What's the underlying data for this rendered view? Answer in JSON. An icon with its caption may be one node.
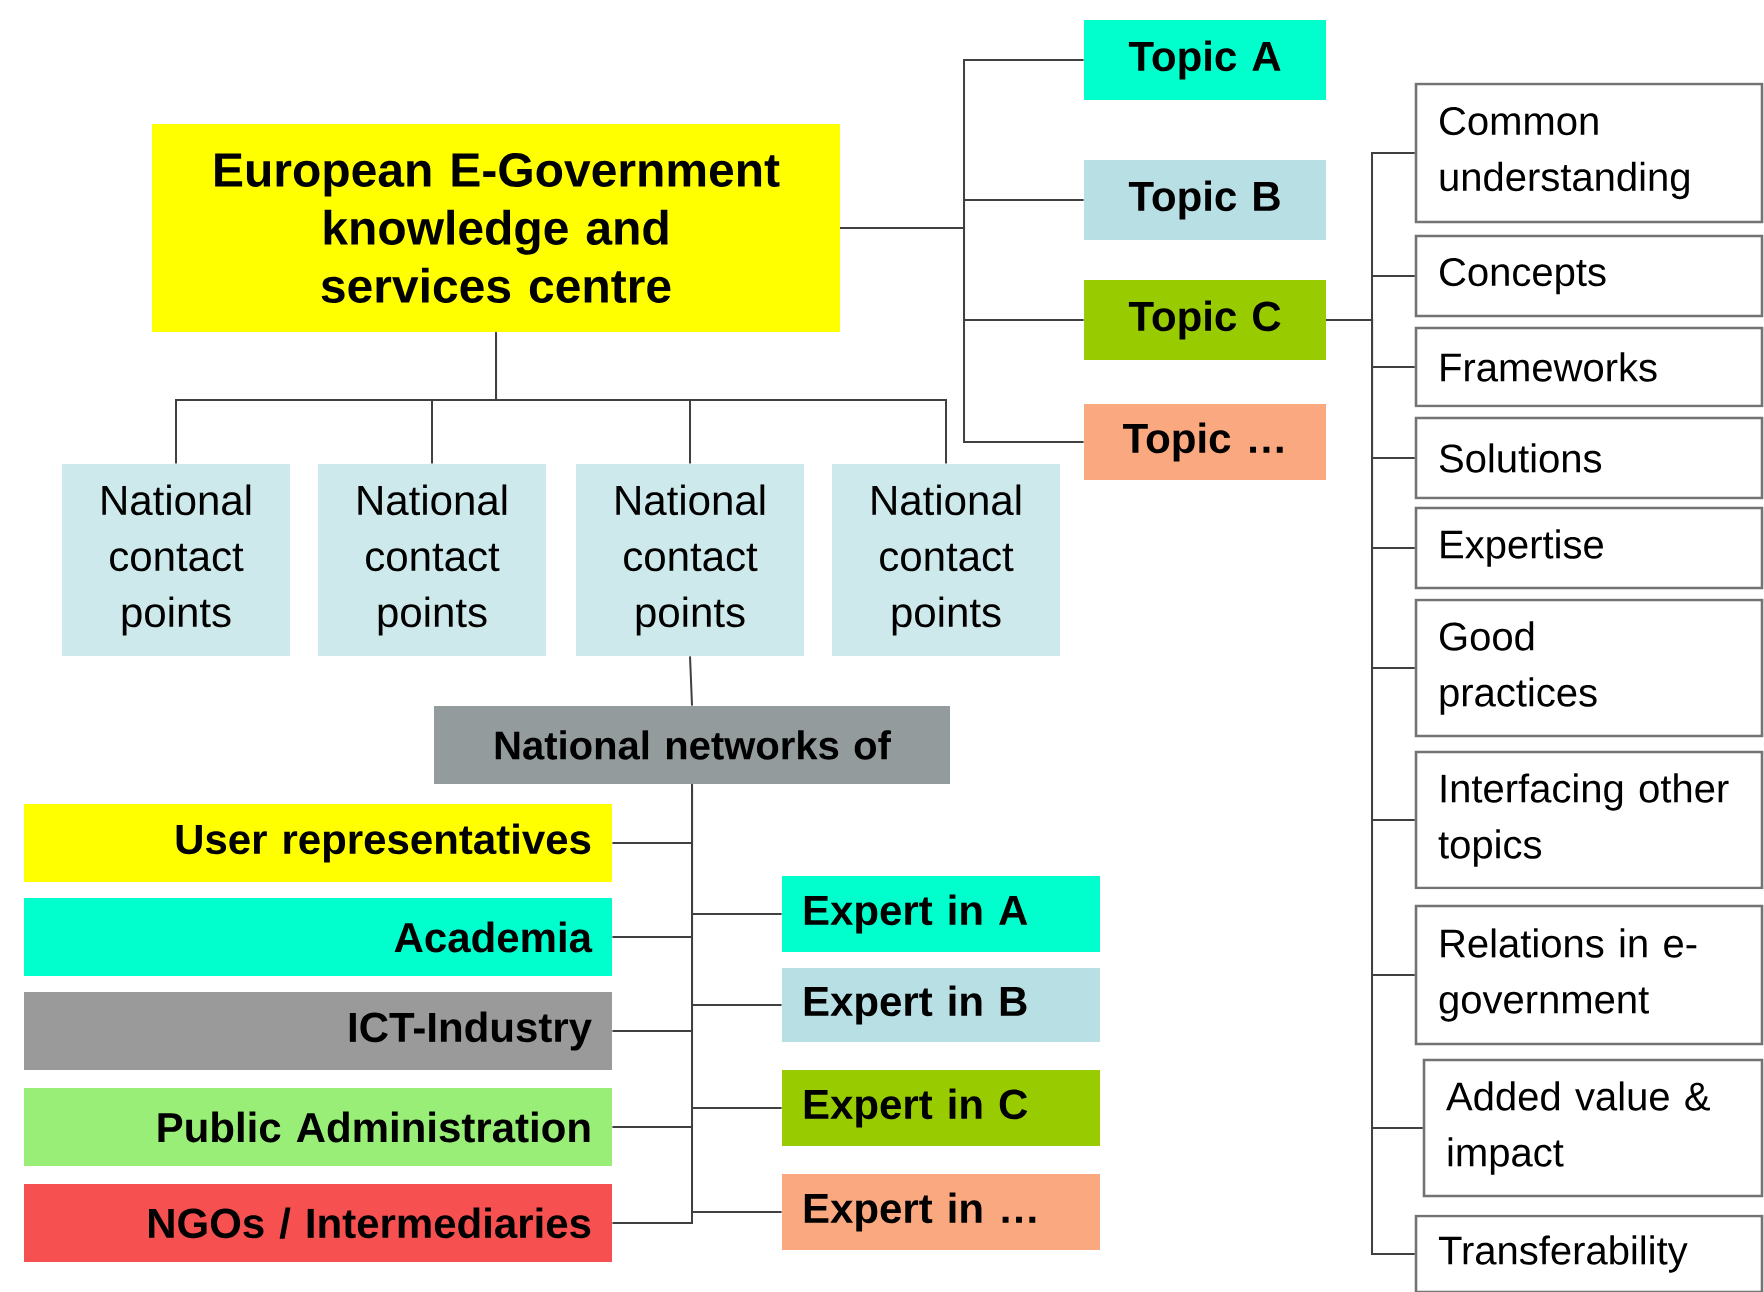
{
  "diagram": {
    "nodes": [
      {
        "text": [
          "European E-Government knowledge and services centre"
        ]
      },
      {
        "text": [
          "Topic A"
        ]
      },
      {
        "text": [
          "Topic B"
        ]
      },
      {
        "text": [
          "Topic C"
        ]
      },
      {
        "text": [
          "Topic …"
        ]
      },
      {
        "text": [
          "Common understanding"
        ]
      },
      {
        "text": [
          "Concepts"
        ]
      },
      {
        "text": [
          "Frameworks"
        ]
      },
      {
        "text": [
          "Solutions"
        ]
      },
      {
        "text": [
          "Expertise"
        ]
      },
      {
        "text": [
          "Good practices"
        ]
      },
      {
        "text": [
          "Interfacing other topics"
        ]
      },
      {
        "text": [
          "Relations in e-government"
        ]
      },
      {
        "text": [
          "Added value & impact"
        ]
      },
      {
        "text": [
          "Transferability"
        ]
      },
      {
        "text": [
          "National contact points"
        ]
      },
      {
        "text": [
          "National contact points"
        ]
      },
      {
        "text": [
          "National contact points"
        ]
      },
      {
        "text": [
          "National contact points"
        ]
      },
      {
        "text": [
          "National networks of"
        ]
      },
      {
        "text": [
          "User representatives"
        ]
      },
      {
        "text": [
          "Academia"
        ]
      },
      {
        "text": [
          "ICT-Industry"
        ]
      },
      {
        "text": [
          "Public Administration"
        ]
      },
      {
        "text": [
          "NGOs / Intermediaries"
        ]
      },
      {
        "text": [
          "Expert in A"
        ]
      },
      {
        "text": [
          "Expert in B"
        ]
      },
      {
        "text": [
          "Expert in C"
        ]
      },
      {
        "text": [
          "Expert in …"
        ]
      }
    ],
    "edges": [
      {
        "from": 0,
        "to": 1,
        "arrow": "none"
      },
      {
        "from": 0,
        "to": 2,
        "arrow": "none"
      },
      {
        "from": 0,
        "to": 3,
        "arrow": "none"
      },
      {
        "from": 0,
        "to": 4,
        "arrow": "none"
      },
      {
        "from": 3,
        "to": 5,
        "arrow": "none"
      },
      {
        "from": 3,
        "to": 6,
        "arrow": "none"
      },
      {
        "from": 3,
        "to": 7,
        "arrow": "none"
      },
      {
        "from": 3,
        "to": 8,
        "arrow": "none"
      },
      {
        "from": 3,
        "to": 9,
        "arrow": "none"
      },
      {
        "from": 3,
        "to": 10,
        "arrow": "none"
      },
      {
        "from": 3,
        "to": 11,
        "arrow": "none"
      },
      {
        "from": 3,
        "to": 12,
        "arrow": "none"
      },
      {
        "from": 3,
        "to": 13,
        "arrow": "none"
      },
      {
        "from": 3,
        "to": 14,
        "arrow": "none"
      },
      {
        "from": 0,
        "to": 15,
        "arrow": "none"
      },
      {
        "from": 0,
        "to": 16,
        "arrow": "none"
      },
      {
        "from": 0,
        "to": 17,
        "arrow": "none"
      },
      {
        "from": 0,
        "to": 18,
        "arrow": "none"
      },
      {
        "from": 17,
        "to": 19,
        "arrow": "none"
      },
      {
        "from": 19,
        "to": 20,
        "arrow": "none"
      },
      {
        "from": 19,
        "to": 21,
        "arrow": "none"
      },
      {
        "from": 19,
        "to": 22,
        "arrow": "none"
      },
      {
        "from": 19,
        "to": 23,
        "arrow": "none"
      },
      {
        "from": 19,
        "to": 24,
        "arrow": "none"
      },
      {
        "from": 19,
        "to": 25,
        "arrow": "none"
      },
      {
        "from": 19,
        "to": 26,
        "arrow": "none"
      },
      {
        "from": 19,
        "to": 27,
        "arrow": "none"
      },
      {
        "from": 19,
        "to": 28,
        "arrow": "none"
      }
    ]
  }
}
